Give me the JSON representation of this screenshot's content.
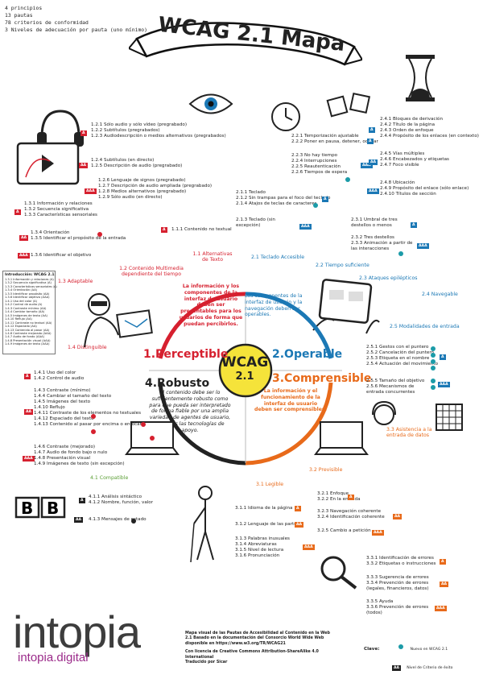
{
  "stats": [
    "4  principios",
    "13  pautas",
    "78  criterios de conformidad",
    "3  Niveles de adecuación por pauta (uno mínimo)"
  ],
  "title": "WCAG 2.1 Mapa",
  "center": {
    "line1": "WCAG",
    "line2": "2.1"
  },
  "principles": {
    "perceptible": "1.Perceptible",
    "operable": "2.Operable",
    "robusto": "4.Robusto",
    "comprensible": "3.Comprensible"
  },
  "bubbles": {
    "perceptible": "La información y los componentes de la interfaz de usuario deben ser presentables para los usuarios de forma que puedan percibirlos.",
    "operable": "Los componentes de la interfaz de usuario y la navegación deben ser operables.",
    "robusto": "El contenido debe ser lo suficientemente robusto como para que pueda ser interpretado de forma fiable por una amplia variedad de agentes de usuario, incluidas las tecnologías de apoyo.",
    "comprensible": "La información y el funcionamiento de la interfaz de usuario deben ser comprensibles."
  },
  "guidelines": {
    "g11": "1.1 Alternativas de Texto",
    "g12": "1.2 Contenido Multimedia dependiente del tiempo",
    "g13": "1.3 Adaptable",
    "g14": "1.4 Distinguible",
    "g21": "2.1 Teclado Accesible",
    "g22": "2.2 Tiempo suficiente",
    "g23": "2.3 Ataques epilépticos",
    "g24": "2.4 Navegable",
    "g25": "2.5 Modalidades de entrada",
    "g31": "3.1 Legible",
    "g32": "3.2 Previsible",
    "g33": "3.3 Asistencia a la entrada de datos",
    "g41": "4.1 Compatible"
  },
  "criteria": {
    "c11": [
      "1.1.1  Contenido no textual"
    ],
    "c12": [
      "1.2.1 Sólo audio y sólo vídeo (pregrabado)",
      "1.2.2 Subtítulos (pregrabados)",
      "1.2.3 Audiodescripción o medios alternativos (pregrabados)",
      "1.2.4 Subtítulos (en directo)",
      "1.2.5 Descripción de audio (pregrabado)",
      "1.2.6 Lenguaje de signos (pregrabado)",
      "1.2.7 Descripción de audio ampliada (pregrabado)",
      "1.2.8 Medios alternativos (pregrabado)",
      "1.2.9 Sólo audio (en directo)"
    ],
    "c13": [
      "1.3.1 Información y relaciones",
      "1.3.2 Secuencia significativa",
      "1.3.3 Características sensoriales",
      "1.3.4 Orientación",
      "1.3.5 Identificar el propósito de la entrada",
      "1.3.6 Identificar el objetivo"
    ],
    "c14": [
      "1.4.1 Uso del color",
      "1.4.2 Control de audio",
      "1.4.3 Contraste (mínimo)",
      "1.4.4 Cambiar el tamaño del texto",
      "1.4.5 Imágenes del texto",
      "1.4.10 Reflujo",
      "1.4.11 Contraste de los elementos no textuales",
      "1.4.12 Espaciado del texto",
      "1.4.13 Contenido al pasar por encima o enfocar",
      "1.4.6 Contraste (mejorado)",
      "1.4.7 Audio de fondo bajo o nulo",
      "1.4.8 Presentación visual",
      "1.4.9 Imágenes de texto (sin excepción)"
    ],
    "c21": [
      "2.1.1 Teclado",
      "2.1.2 Sin trampas para el foco del teclado",
      "2.1.4 Atajos de teclas de caracteres",
      "2.1.3 Teclado (sin excepción)"
    ],
    "c22": [
      "2.2.1 Temporización ajustable",
      "2.2.2 Poner en pausa, detener, ocultar",
      "2.2.3 No hay tiempo",
      "2.2.4 Interrupciones",
      "2.2.5 Reautenticación",
      "2.2.6 Tiempos de espera"
    ],
    "c23": [
      "2.3.1 Umbral de tres destellos o menos",
      "2.3.2 Tres destellos",
      "2.3.3 Animación a partir de las interacciones"
    ],
    "c24": [
      "2.4.1 Bloques de derivación",
      "2.4.2 Título de la página",
      "2.4.3 Orden de enfoque",
      "2.4.4 Propósito de los enlaces (en contexto)",
      "2.4.5 Vías múltiples",
      "2.4.6 Encabezados y etiquetas",
      "2.4.7 Foco visible",
      "2.4.8 Ubicación",
      "2.4.9 Propósito del enlace (sólo enlace)",
      "2.4.10 Títulos de sección"
    ],
    "c25": [
      "2.5.1 Gestos con el puntero",
      "2.5.2 Cancelación del puntero",
      "2.5.3 Etiqueta en el nombre",
      "2.5.4 Actuación del movimiento",
      "2.5.5 Tamaño del objetivo",
      "2.5.6 Mecanismos de entrada concurrentes"
    ],
    "c31": [
      "3.1.1 Idioma de la página",
      "3.1.2 Lenguaje de las partes",
      "3.1.3 Palabras inusuales",
      "3.1.4 Abreviaturas",
      "3.1.5 Nivel de lectura",
      "3.1.6 Pronunciación"
    ],
    "c32": [
      "3.2.1 Enfoque",
      "3.2.2 En la entrada",
      "3.2.3 Navegación coherente",
      "3.2.4 Identificación coherente",
      "3.2.5 Cambio a petición"
    ],
    "c33": [
      "3.3.1 Identificación de errores",
      "3.3.2 Etiquetas o instrucciones",
      "3.3.3 Sugerencia de errores",
      "3.3.4 Prevención de errores (legales, financieros, datos)",
      "3.3.5 Ayuda",
      "3.3.6 Prevención de errores (todos)"
    ],
    "c41": [
      "4.1.1 Análisis sintáctico",
      "4.1.2 Nombre, función, valor",
      "4.1.3 Mensajes de estado"
    ]
  },
  "levels": {
    "a": "A",
    "aa": "AA",
    "aaa": "AAA"
  },
  "sidebar_box": {
    "title": "Introducción: WCAG 2.1",
    "lines": [
      "1.3.1 Información y relaciones (A)",
      "1.3.2 Secuencia significativa (A)",
      "1.3.3 Características sensoriales (A)",
      "1.3.4 Orientación (AA)",
      "1.3.5 Identificar propósito (AA)",
      "1.3.6 Identificar objetivo (AAA)",
      "1.4.1 Uso del color (A)",
      "1.4.2 Control de audio (A)",
      "1.4.3 Contraste mínimo (AA)",
      "1.4.4 Cambiar tamaño (AA)",
      "1.4.5 Imágenes de texto (AA)",
      "1.4.10 Reflujo (AA)",
      "1.4.11 Contraste no textual (AA)",
      "1.4.12 Espaciado (AA)",
      "1.4.13 Contenido al pasar (AA)",
      "1.4.6 Contraste mejorado (AAA)",
      "1.4.7 Audio de fondo (AAA)",
      "1.4.8 Presentación visual (AAA)",
      "1.4.9 Imágenes de texto (AAA)"
    ]
  },
  "logo": {
    "name": "intopia",
    "url": "intopia.digital"
  },
  "credits": [
    "Mapa visual de las Pautas de Accesibilidad al Contenido en la Web 2.1 Basado en la documentación del Consorcio World Wide Web disponible en https://www.w3.org/TR/WCAG21",
    "Con licencia de Creative Commons Attribution-ShareAlike 4.0 International",
    "Traducido por Sicar"
  ],
  "key": {
    "title": "Clave:",
    "new": "Nuevo en WCAG 2.1",
    "level": "Nivel de Criterio de éxito",
    "level_sample": "AA"
  },
  "colors": {
    "red": "#d6202f",
    "blue": "#1b78b5",
    "orange": "#e86a1a",
    "green": "#5a9e34",
    "purple": "#9b2b8a",
    "new_dot": "#1b9ba8"
  }
}
